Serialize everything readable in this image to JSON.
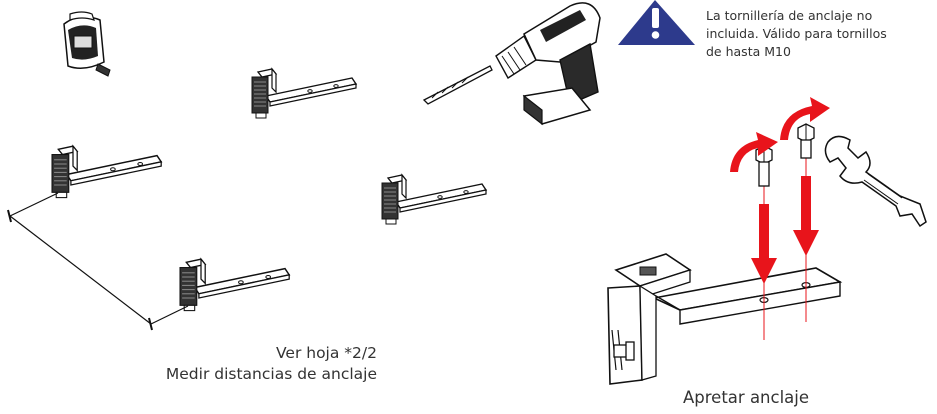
{
  "notice": {
    "line1": "La tornillería de anclaje no",
    "line2": "incluida. Válido para tornillos",
    "line3": "de hasta M10"
  },
  "captions": {
    "measure_line1": "Ver hoja *2/2",
    "measure_line2": "Medir distancias de anclaje",
    "tighten": "Apretar anclaje"
  },
  "icons": [
    "tape-measure-icon",
    "drill-icon",
    "warning-icon",
    "wrench-icon",
    "bolt-icon",
    "rotation-arrow-icon",
    "down-arrow-icon"
  ],
  "colors": {
    "warning": "#2d3a8c",
    "arrow": "#e8141b",
    "line": "#111111"
  }
}
